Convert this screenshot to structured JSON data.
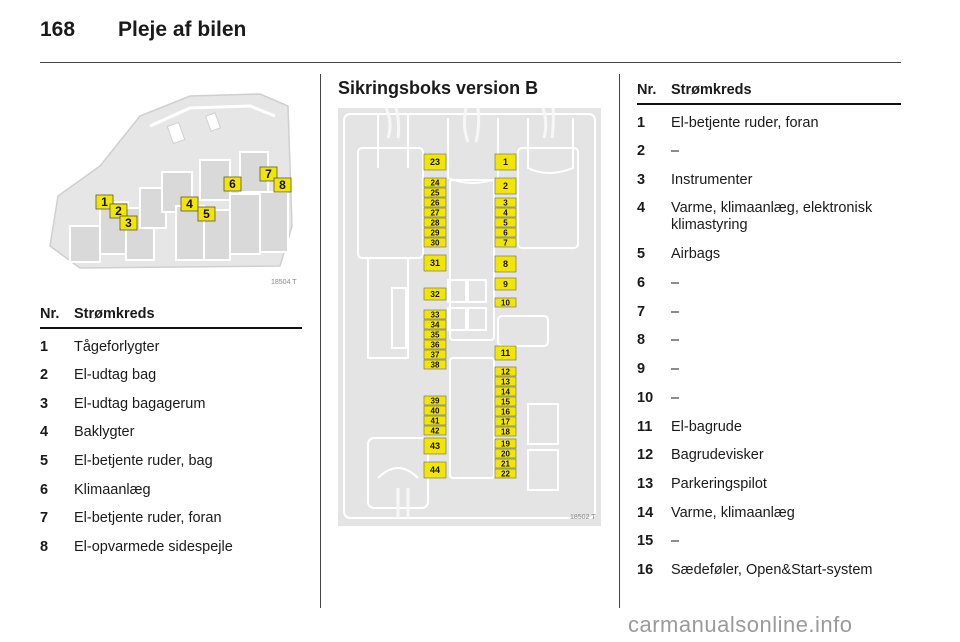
{
  "header": {
    "page_number": "168",
    "title": "Pleje af bilen"
  },
  "figure_a": {
    "code": "18504 T",
    "callouts": [
      "1",
      "2",
      "3",
      "4",
      "5",
      "6",
      "7",
      "8"
    ]
  },
  "table_a": {
    "col_nr": "Nr.",
    "col_circuit": "Strømkreds",
    "rows": [
      {
        "nr": "1",
        "text": "Tågeforlygter"
      },
      {
        "nr": "2",
        "text": "El-udtag bag"
      },
      {
        "nr": "3",
        "text": "El-udtag bagagerum"
      },
      {
        "nr": "4",
        "text": "Baklygter"
      },
      {
        "nr": "5",
        "text": "El-betjente ruder, bag"
      },
      {
        "nr": "6",
        "text": "Klimaanlæg"
      },
      {
        "nr": "7",
        "text": "El-betjente ruder, foran"
      },
      {
        "nr": "8",
        "text": "El-opvarmede sidespejle"
      }
    ]
  },
  "section_b": {
    "title": "Sikringsboks version B"
  },
  "figure_b": {
    "code": "18502 T",
    "left_column_labels": [
      "23",
      "24",
      "25",
      "26",
      "27",
      "28",
      "29",
      "30",
      "31",
      "32",
      "33",
      "34",
      "35",
      "36",
      "37",
      "38",
      "39",
      "40",
      "41",
      "42",
      "43",
      "44"
    ],
    "right_column_labels": [
      "1",
      "2",
      "3",
      "4",
      "5",
      "6",
      "7",
      "8",
      "9",
      "10",
      "11",
      "12",
      "13",
      "14",
      "15",
      "16",
      "17",
      "18",
      "19",
      "20",
      "21",
      "22"
    ]
  },
  "table_b": {
    "col_nr": "Nr.",
    "col_circuit": "Strømkreds",
    "rows": [
      {
        "nr": "1",
        "text": "El-betjente ruder, foran"
      },
      {
        "nr": "2",
        "text": "–"
      },
      {
        "nr": "3",
        "text": "Instrumenter"
      },
      {
        "nr": "4",
        "text": "Varme, klimaanlæg, elektronisk klimastyring"
      },
      {
        "nr": "5",
        "text": "Airbags"
      },
      {
        "nr": "6",
        "text": "–"
      },
      {
        "nr": "7",
        "text": "–"
      },
      {
        "nr": "8",
        "text": "–"
      },
      {
        "nr": "9",
        "text": "–"
      },
      {
        "nr": "10",
        "text": "–"
      },
      {
        "nr": "11",
        "text": "El-bagrude"
      },
      {
        "nr": "12",
        "text": "Bagrudevisker"
      },
      {
        "nr": "13",
        "text": "Parkeringspilot"
      },
      {
        "nr": "14",
        "text": "Varme, klimaanlæg"
      },
      {
        "nr": "15",
        "text": "–"
      },
      {
        "nr": "16",
        "text": "Sædeføler, Open&Start-system"
      }
    ]
  },
  "footer": {
    "watermark": "carmanualsonline.info"
  },
  "colors": {
    "fuse_yellow": "#f2e600",
    "figure_bg": "#e4e4e4",
    "figure_line": "#ffffff"
  }
}
